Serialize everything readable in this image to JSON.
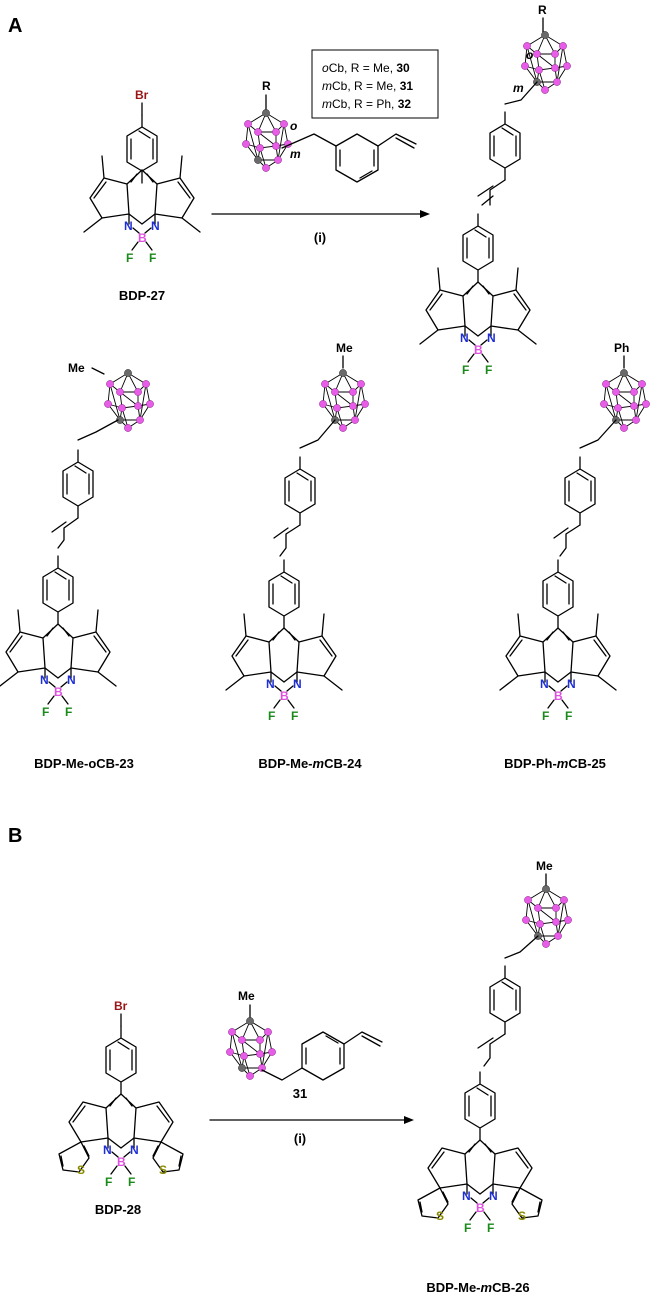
{
  "panels": {
    "a": "A",
    "b": "B"
  },
  "atoms": {
    "Br": "Br",
    "N": "N",
    "B": "B",
    "F": "F",
    "S": "S"
  },
  "colors": {
    "Br": "#9b1414",
    "N": "#1f2fd6",
    "B": "#e050e0",
    "F": "#1a8a1a",
    "S": "#8a8a00",
    "cage_boron": "#e85de8",
    "cage_carbon": "#6a6a6a"
  },
  "reagent_a": {
    "r_group": "R",
    "o_label": "o",
    "m_label": "m"
  },
  "legend": [
    {
      "prefix": "o",
      "text": "Cb, R = Me, ",
      "num": "30"
    },
    {
      "prefix": "m",
      "text": "Cb, R = Me, ",
      "num": "31"
    },
    {
      "prefix": "m",
      "text": "Cb, R = Ph, ",
      "num": "32"
    }
  ],
  "conditions": {
    "step": "(i)"
  },
  "product_a": {
    "r_group": "R",
    "o_label": "o",
    "m_label": "m"
  },
  "reagent_b": {
    "r_group": "Me",
    "number": "31"
  },
  "compounds": {
    "c27": "BDP-27",
    "c28": "BDP-28",
    "c23": "BDP-Me-oCB-23",
    "c24_pre": "BDP-Me-",
    "c24_it": "m",
    "c24_post": "CB-24",
    "c25_pre": "BDP-Ph-",
    "c25_it": "m",
    "c25_post": "CB-25",
    "c26_pre": "BDP-Me-",
    "c26_it": "m",
    "c26_post": "CB-26"
  },
  "substituents": {
    "s23": "Me",
    "s24": "Me",
    "s25": "Ph",
    "s26": "Me"
  }
}
